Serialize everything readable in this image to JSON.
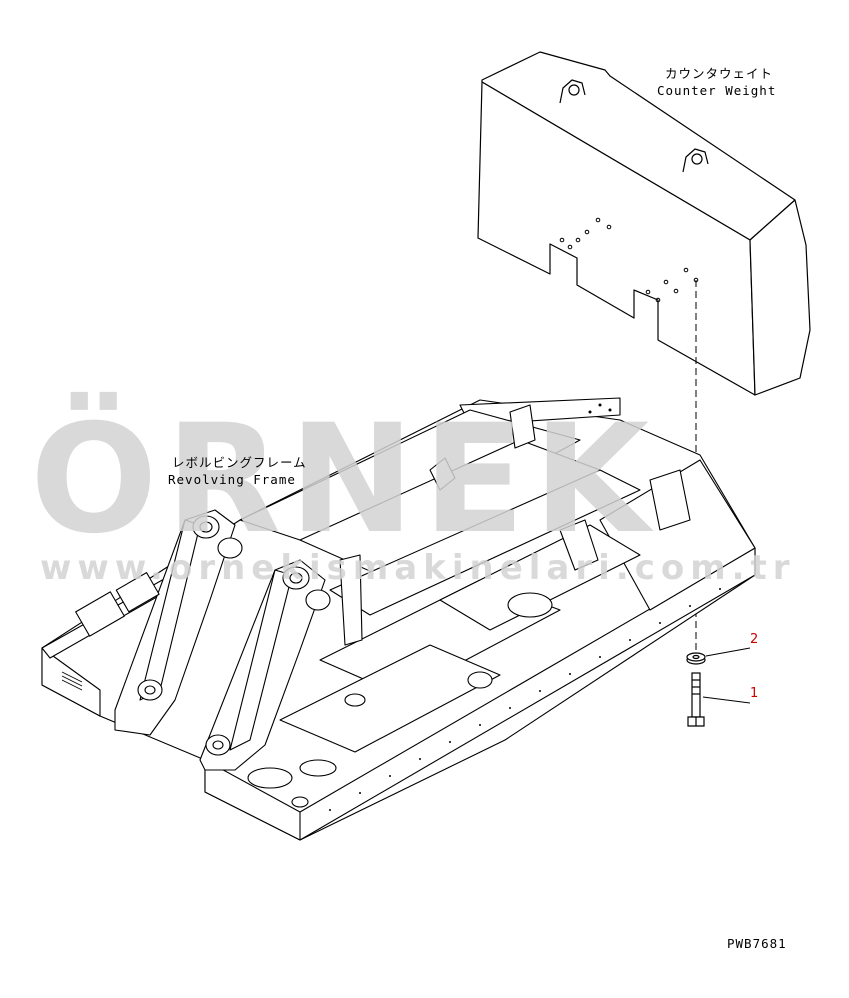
{
  "labels": {
    "counter_weight_jp": "カウンタウェイト",
    "counter_weight_en": "Counter Weight",
    "revolving_frame_jp": "レボルビングフレーム",
    "revolving_frame_en": "Revolving Frame"
  },
  "callouts": {
    "washer": "2",
    "bolt": "1"
  },
  "drawing_code": "PWB7681",
  "watermark": {
    "logo_text": "ÖRNEK",
    "url_text": "www.ornekismakinelari.com.tr"
  },
  "colors": {
    "line": "#000000",
    "callout_red": "#cc0000",
    "watermark_gray": "#d3d3d3",
    "watermark_accent": "#f2cf6a"
  }
}
